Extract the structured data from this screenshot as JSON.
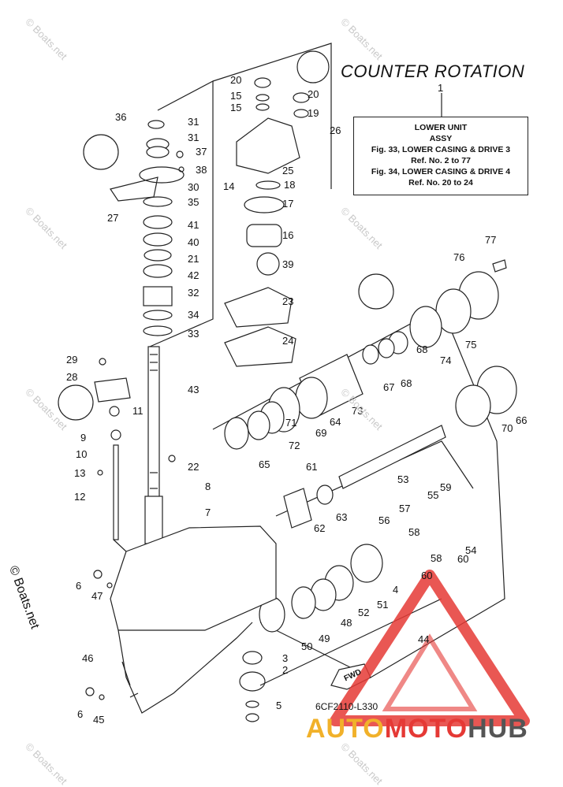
{
  "heading": "COUNTER ROTATION",
  "info_box": {
    "ref_number": "1",
    "lines": [
      "LOWER UNIT",
      "ASSY",
      "Fig. 33, LOWER CASING & DRIVE 3",
      "Ref. No. 2 to 77",
      "Fig. 34, LOWER CASING & DRIVE 4",
      "Ref. No. 20 to 24"
    ]
  },
  "part_code": "6CF2110-L330",
  "copyright": "© Boats.net",
  "watermark": "© Boats.net",
  "brand": {
    "part1": "AUTO",
    "part2": "MOTO",
    "part3": "HUB",
    "colors": [
      "#f1b12a",
      "#e53935",
      "#555555"
    ]
  },
  "fwd_label": "FWD",
  "callouts": [
    "20",
    "15",
    "15",
    "20",
    "19",
    "26",
    "36",
    "31",
    "31",
    "37",
    "38",
    "30",
    "14",
    "25",
    "18",
    "27",
    "35",
    "17",
    "41",
    "16",
    "40",
    "39",
    "21",
    "42",
    "32",
    "23",
    "34",
    "33",
    "24",
    "77",
    "76",
    "75",
    "74",
    "68",
    "67",
    "68",
    "29",
    "28",
    "43",
    "11",
    "9",
    "10",
    "73",
    "64",
    "69",
    "66",
    "70",
    "71",
    "72",
    "65",
    "22",
    "13",
    "12",
    "8",
    "7",
    "61",
    "53",
    "59",
    "55",
    "57",
    "62",
    "63",
    "56",
    "58",
    "58",
    "60",
    "60",
    "54",
    "4",
    "6",
    "47",
    "51",
    "52",
    "48",
    "49",
    "50",
    "44",
    "3",
    "2",
    "46",
    "5",
    "6",
    "45"
  ]
}
